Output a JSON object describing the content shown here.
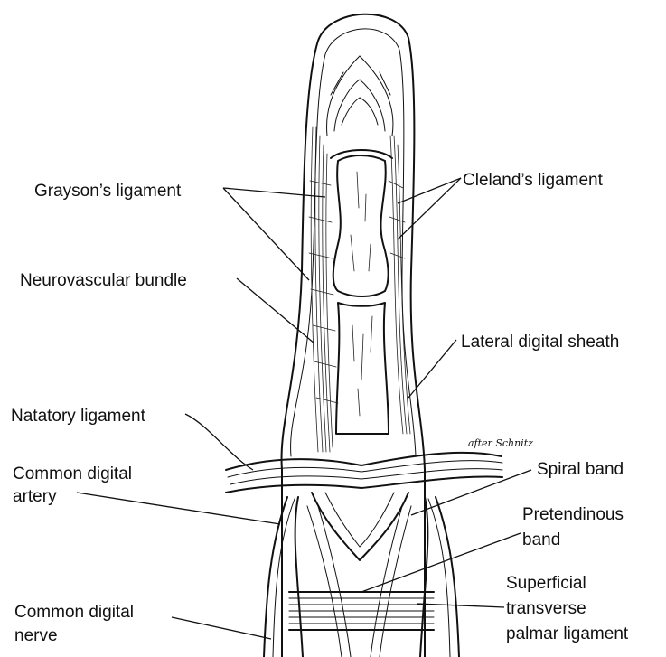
{
  "labels": {
    "graysons_ligament": "Grayson’s ligament",
    "clelands_ligament": "Cleland’s ligament",
    "neurovascular_bundle": "Neurovascular bundle",
    "lateral_digital_sheath": "Lateral digital sheath",
    "natatory_ligament": "Natatory ligament",
    "common_digital_artery": [
      "Common digital",
      "artery"
    ],
    "spiral_band": "Spiral band",
    "pretendinous_band": [
      "Pretendinous",
      "band"
    ],
    "superficial_transverse_palmar_ligament": [
      "Superficial",
      "transverse",
      "palmar ligament"
    ],
    "common_digital_nerve": [
      "Common digital",
      "nerve"
    ]
  },
  "signature": "after Schnitz"
}
